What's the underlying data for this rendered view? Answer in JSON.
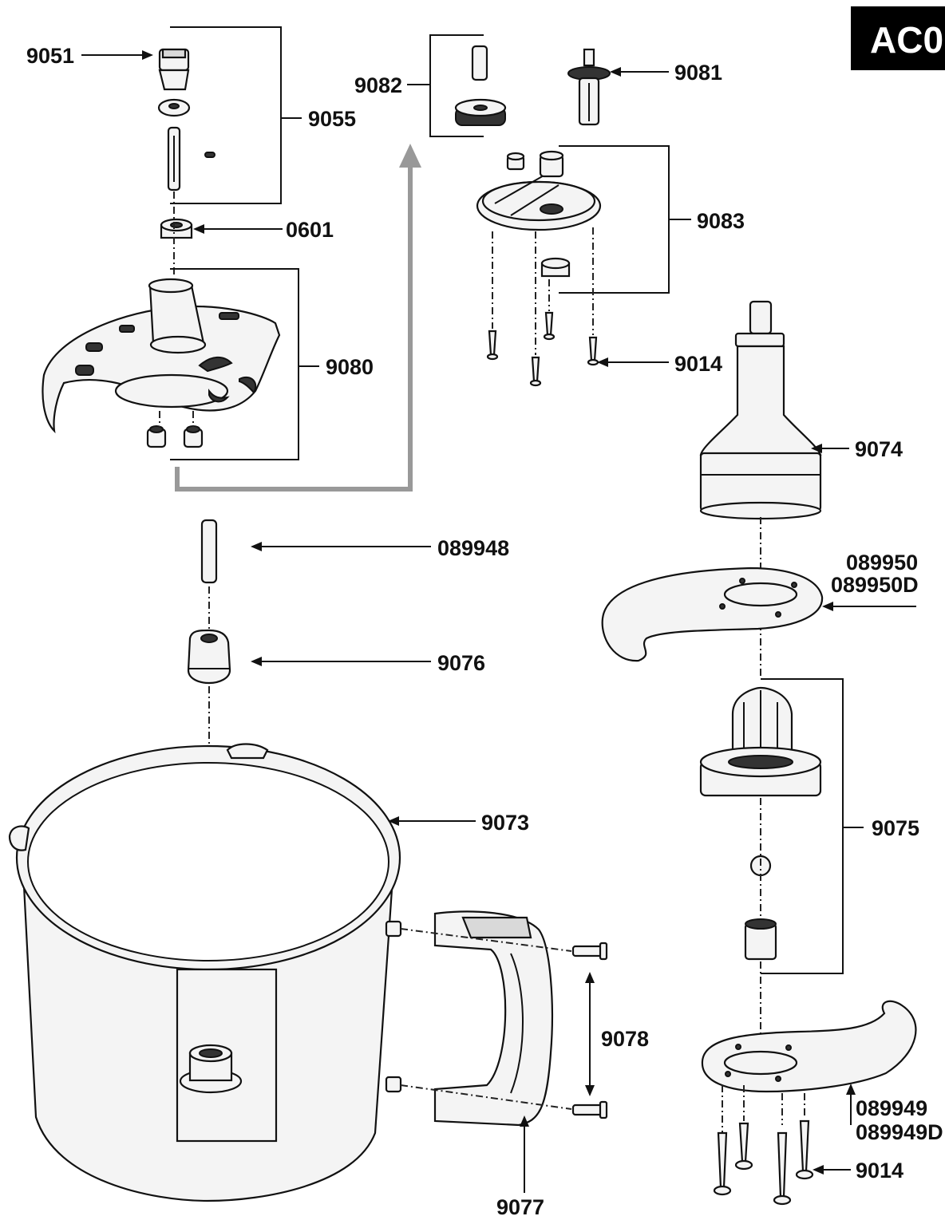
{
  "badge": {
    "text": "AC0"
  },
  "labels": {
    "p9051": "9051",
    "p9055": "9055",
    "p0601": "0601",
    "p9080": "9080",
    "p9082": "9082",
    "p9081": "9081",
    "p9083": "9083",
    "p9014_top": "9014",
    "p9074": "9074",
    "p089948": "089948",
    "p089950": "089950",
    "p089950D": "089950D",
    "p9076": "9076",
    "p9073": "9073",
    "p9075": "9075",
    "p9078": "9078",
    "p089949": "089949",
    "p089949D": "089949D",
    "p9014_bottom": "9014",
    "p9077": "9077"
  },
  "colors": {
    "ink": "#111111",
    "arrow_gray": "#999999",
    "badge_bg": "#000000"
  }
}
